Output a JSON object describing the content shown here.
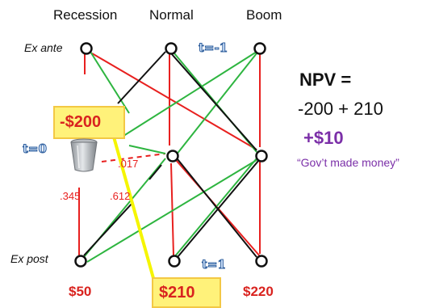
{
  "states": [
    "Recession",
    "Normal",
    "Boom"
  ],
  "rows": {
    "ex_ante": "Ex ante",
    "ex_post": "Ex post"
  },
  "time_labels": {
    "t_minus_1": "t=-1",
    "t_0": "t=0",
    "t_1": "t=1"
  },
  "cost_label": "-$200",
  "probabilities": [
    ".345",
    ".612",
    ".017"
  ],
  "payoffs": [
    "$50",
    "$210",
    "$220"
  ],
  "npv": {
    "title": "NPV =",
    "equation": "-200 + 210",
    "result": "+$10",
    "note": "“Gov’t made money”"
  },
  "colors": {
    "red_line": "#e8201f",
    "green_line": "#2eb540",
    "black_line": "#111111",
    "yellow_highlight": "#fff27a",
    "highlight_line": "#f5f500",
    "payoff_red": "#d9231f",
    "purple_text": "#7b2fa8"
  },
  "icons": {
    "bucket": "bucket-icon"
  }
}
